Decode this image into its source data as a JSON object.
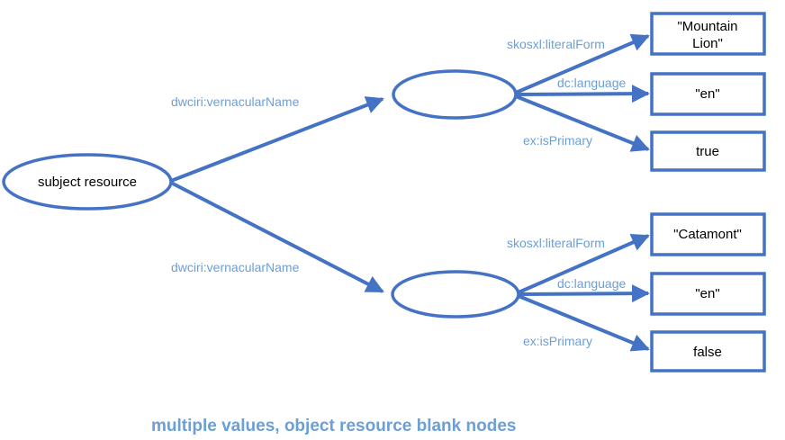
{
  "colors": {
    "stroke": "#4472c4",
    "edge_label": "#6a9fd8",
    "caption": "#6a9fd8",
    "node_fill": "#ffffff",
    "text": "#000000"
  },
  "subject": {
    "label": "subject resource"
  },
  "groups": [
    {
      "edge_label": "dwciri:vernacularName",
      "properties": [
        {
          "predicate": "skosxl:literalForm",
          "value_lines": [
            "\"Mountain",
            "Lion\""
          ]
        },
        {
          "predicate": "dc:language",
          "value_lines": [
            "\"en\""
          ]
        },
        {
          "predicate": "ex:isPrimary",
          "value_lines": [
            "true"
          ]
        }
      ]
    },
    {
      "edge_label": "dwciri:vernacularName",
      "properties": [
        {
          "predicate": "skosxl:literalForm",
          "value_lines": [
            "\"Catamont\""
          ]
        },
        {
          "predicate": "dc:language",
          "value_lines": [
            "\"en\""
          ]
        },
        {
          "predicate": "ex:isPrimary",
          "value_lines": [
            "false"
          ]
        }
      ]
    }
  ],
  "caption": "multiple values, object resource blank nodes"
}
